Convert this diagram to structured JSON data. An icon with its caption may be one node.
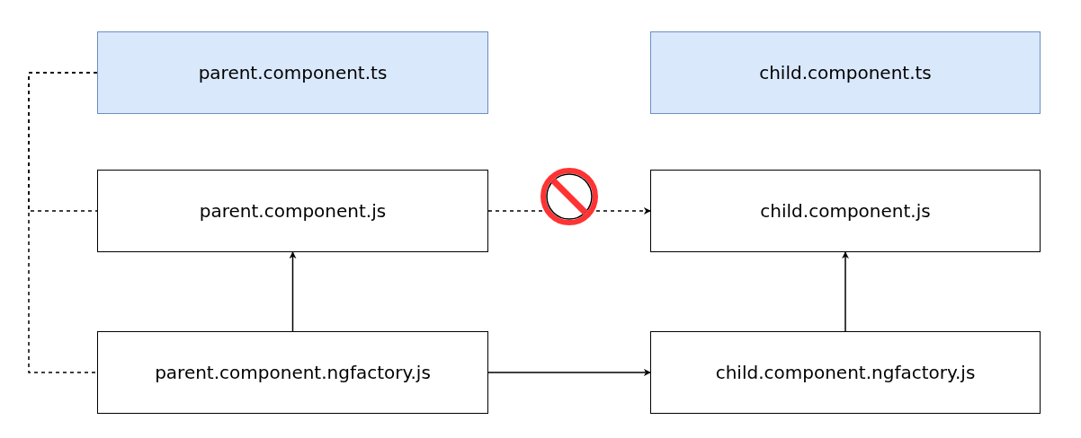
{
  "diagram": {
    "nodes": [
      {
        "text": [
          "parent.component.ts"
        ]
      },
      {
        "text": [
          "child.component.ts"
        ]
      },
      {
        "text": [
          "parent.component.js"
        ]
      },
      {
        "text": [
          "child.component.js"
        ]
      },
      {
        "text": [
          "parent.component.ngfactory.js"
        ]
      },
      {
        "text": [
          "child.component.ngfactory.js"
        ]
      }
    ],
    "edges": [
      {
        "from": 0,
        "to": 2,
        "arrow": "none",
        "style": "dashed"
      },
      {
        "from": 0,
        "to": 4,
        "arrow": "none",
        "style": "dashed"
      },
      {
        "from": 2,
        "to": 3,
        "arrow": "to",
        "style": "dashed"
      },
      {
        "from": 4,
        "to": 2,
        "arrow": "to"
      },
      {
        "from": 5,
        "to": 3,
        "arrow": "to"
      },
      {
        "from": 4,
        "to": 5,
        "arrow": "to"
      }
    ]
  }
}
